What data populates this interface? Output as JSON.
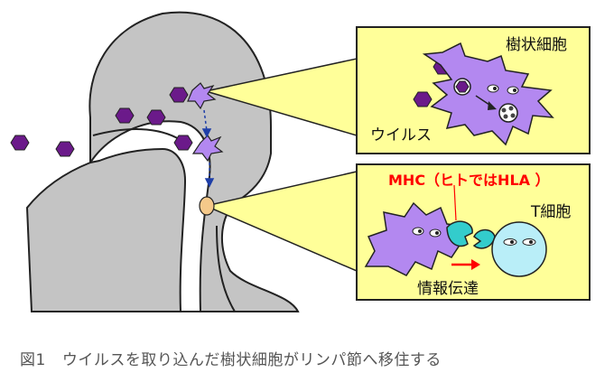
{
  "panel_top": {
    "title": "樹状細胞",
    "virus_label": "ウイルス"
  },
  "panel_bottom": {
    "mhc_label": "MHC（ヒトではHLA ）",
    "tcell_label": "T細胞",
    "transfer_label": "情報伝達"
  },
  "caption": {
    "number": "図1",
    "text": "ウイルスを取り込んだ樹状細胞がリンパ節へ移住する"
  },
  "colors": {
    "head": "#c4c4c4",
    "panel": "#ffff99",
    "dendritic_cell": "#b388f0",
    "virus": "#6b1a8a",
    "mhc": "#33cccc",
    "tcell": "#b9eef8",
    "mhc_text": "#ff0000",
    "transfer_arrow": "#ff0000",
    "migration_arrow": "#1f3fa8",
    "lymph_node": "#f5c98a"
  }
}
